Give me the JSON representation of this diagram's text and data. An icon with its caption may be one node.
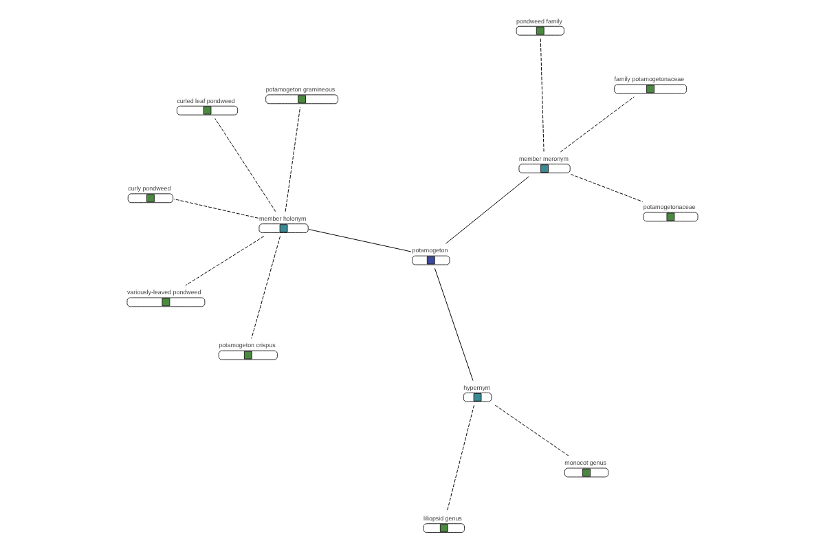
{
  "diagram": {
    "nodes": [
      {
        "text": [
          "potamogeton"
        ]
      },
      {
        "text": [
          "member holonym"
        ]
      },
      {
        "text": [
          "potamogeton crispus"
        ]
      },
      {
        "text": [
          "curled leaf pondweed"
        ]
      },
      {
        "text": [
          "potamogeton gramineous"
        ]
      },
      {
        "text": [
          "curly pondweed"
        ]
      },
      {
        "text": [
          "variously-leaved pondweed"
        ]
      },
      {
        "text": [
          "hypernym"
        ]
      },
      {
        "text": [
          "liliopsid genus"
        ]
      },
      {
        "text": [
          "monocot genus"
        ]
      },
      {
        "text": [
          "member meronym"
        ]
      },
      {
        "text": [
          "pondweed family"
        ]
      },
      {
        "text": [
          "potamogetonaceae"
        ]
      },
      {
        "text": [
          "family potamogetonaceae"
        ]
      }
    ],
    "edges": [
      {
        "from": 0,
        "to": 1,
        "arrow": "none"
      },
      {
        "from": 1,
        "to": 2,
        "arrow": "none",
        "style": "dashed"
      },
      {
        "from": 1,
        "to": 3,
        "arrow": "none",
        "style": "dashed"
      },
      {
        "from": 1,
        "to": 4,
        "arrow": "none",
        "style": "dashed"
      },
      {
        "from": 1,
        "to": 5,
        "arrow": "none",
        "style": "dashed"
      },
      {
        "from": 1,
        "to": 6,
        "arrow": "none",
        "style": "dashed"
      },
      {
        "from": 0,
        "to": 7,
        "arrow": "none"
      },
      {
        "from": 7,
        "to": 8,
        "arrow": "none",
        "style": "dashed"
      },
      {
        "from": 7,
        "to": 9,
        "arrow": "none",
        "style": "dashed"
      },
      {
        "from": 0,
        "to": 10,
        "arrow": "none"
      },
      {
        "from": 10,
        "to": 11,
        "arrow": "none",
        "style": "dashed"
      },
      {
        "from": 10,
        "to": 12,
        "arrow": "none",
        "style": "dashed"
      },
      {
        "from": 10,
        "to": 13,
        "arrow": "none",
        "style": "dashed"
      }
    ]
  }
}
